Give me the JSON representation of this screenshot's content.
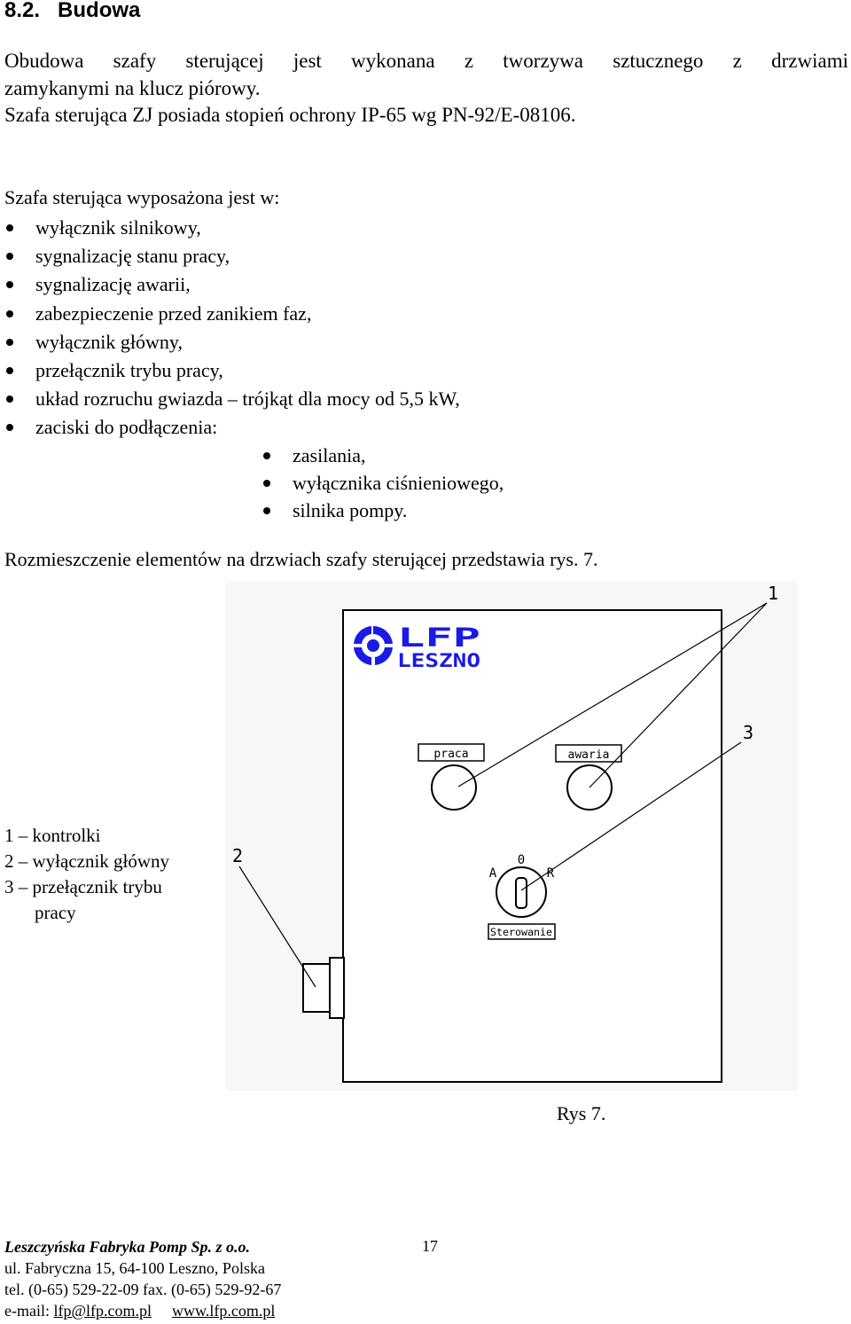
{
  "section": {
    "number": "8.2.",
    "title": "Budowa"
  },
  "intro": {
    "line1": "Obudowa szafy sterującej jest wykonana z tworzywa sztucznego z drzwiami",
    "line2": "zamykanymi na klucz piórowy.",
    "line3": "Szafa sterująca ZJ posiada stopień ochrony IP-65 wg PN-92/E-08106."
  },
  "equipment": {
    "lead": "Szafa sterująca wyposażona jest w:",
    "items": [
      "wyłącznik silnikowy,",
      "sygnalizację stanu pracy,",
      "sygnalizację awarii,",
      "zabezpieczenie przed zanikiem faz,",
      "wyłącznik główny,",
      "przełącznik trybu pracy,",
      "układ rozruchu gwiazda – trójkąt dla mocy od 5,5 kW,",
      "zaciski do podłączenia:"
    ],
    "subitems": [
      "zasilania,",
      "wyłącznika ciśnieniowego,",
      "silnika pompy."
    ]
  },
  "figure_intro": "Rozmieszczenie elementów na drzwiach szafy sterującej przedstawia rys. 7.",
  "figure": {
    "logo_top": "LFP",
    "logo_bottom": "LESZNO",
    "brand_color": "#1a1ae6",
    "lamp_label_1": "praca",
    "lamp_label_2": "awaria",
    "switch_pos_left": "A",
    "switch_pos_mid": "0",
    "switch_pos_right": "R",
    "switch_label": "Sterowanie",
    "callout_1": "1",
    "callout_2": "2",
    "callout_3": "3",
    "caption": "Rys 7."
  },
  "legend": [
    "1 – kontrolki",
    "2 – wyłącznik główny",
    "3 – przełącznik trybu",
    "pracy"
  ],
  "footer": {
    "company": "Leszczyńska Fabryka Pomp Sp. z o.o.",
    "address": "ul. Fabryczna 15, 64-100 Leszno, Polska",
    "phone": "tel. (0-65) 529-22-09 fax. (0-65) 529-92-67",
    "email_label": "e-mail:",
    "email": "lfp@lfp.com.pl",
    "website": "www.lfp.com.pl",
    "page_number": "17"
  }
}
